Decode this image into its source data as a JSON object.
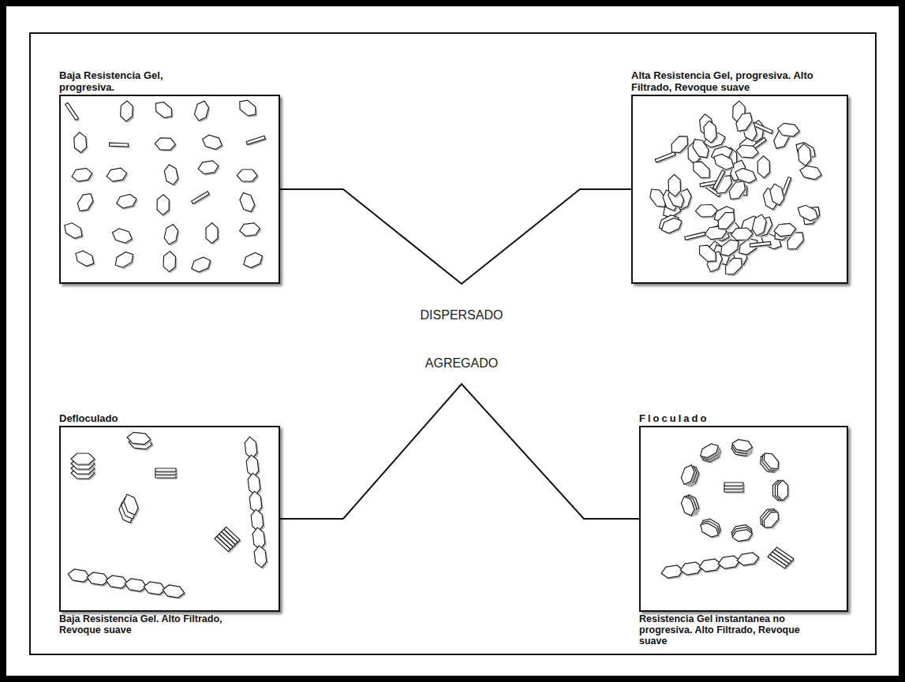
{
  "diagram": {
    "nodes": [
      {
        "text": [
          "Baja Resistencia Gel, progresiva."
        ]
      },
      {
        "text": [
          "Alta Resistencia Gel, progresiva. Alto Filtrado, Revoque suave"
        ]
      },
      {
        "text": [
          "Defloculado",
          "Baja Resistencia Gel. Alto Filtrado, Revoque suave"
        ]
      },
      {
        "text": [
          "Floculado",
          "Resistencia Gel instantanea no progresiva. Alto Filtrado, Revoque suave"
        ]
      }
    ],
    "edges": [
      {
        "from": 0,
        "to": 1,
        "arrow": "none",
        "label": "DISPERSADO"
      },
      {
        "from": 2,
        "to": 3,
        "arrow": "none",
        "label": "AGREGADO"
      }
    ]
  }
}
